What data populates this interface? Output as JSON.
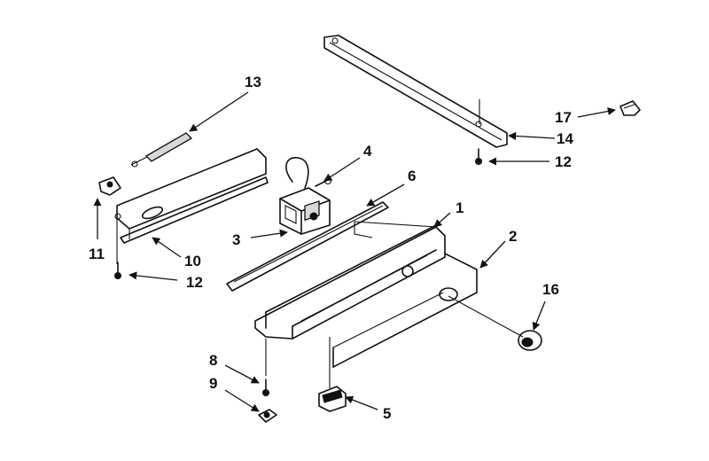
{
  "callouts": [
    {
      "id": "c1",
      "label": "1"
    },
    {
      "id": "c2",
      "label": "2"
    },
    {
      "id": "c3",
      "label": "3"
    },
    {
      "id": "c4",
      "label": "4"
    },
    {
      "id": "c5",
      "label": "5"
    },
    {
      "id": "c6",
      "label": "6"
    },
    {
      "id": "c8",
      "label": "8"
    },
    {
      "id": "c9",
      "label": "9"
    },
    {
      "id": "c10",
      "label": "10"
    },
    {
      "id": "c11",
      "label": "11"
    },
    {
      "id": "c12a",
      "label": "12"
    },
    {
      "id": "c12b",
      "label": "12"
    },
    {
      "id": "c13",
      "label": "13"
    },
    {
      "id": "c14",
      "label": "14"
    },
    {
      "id": "c16",
      "label": "16"
    },
    {
      "id": "c17",
      "label": "17"
    }
  ]
}
